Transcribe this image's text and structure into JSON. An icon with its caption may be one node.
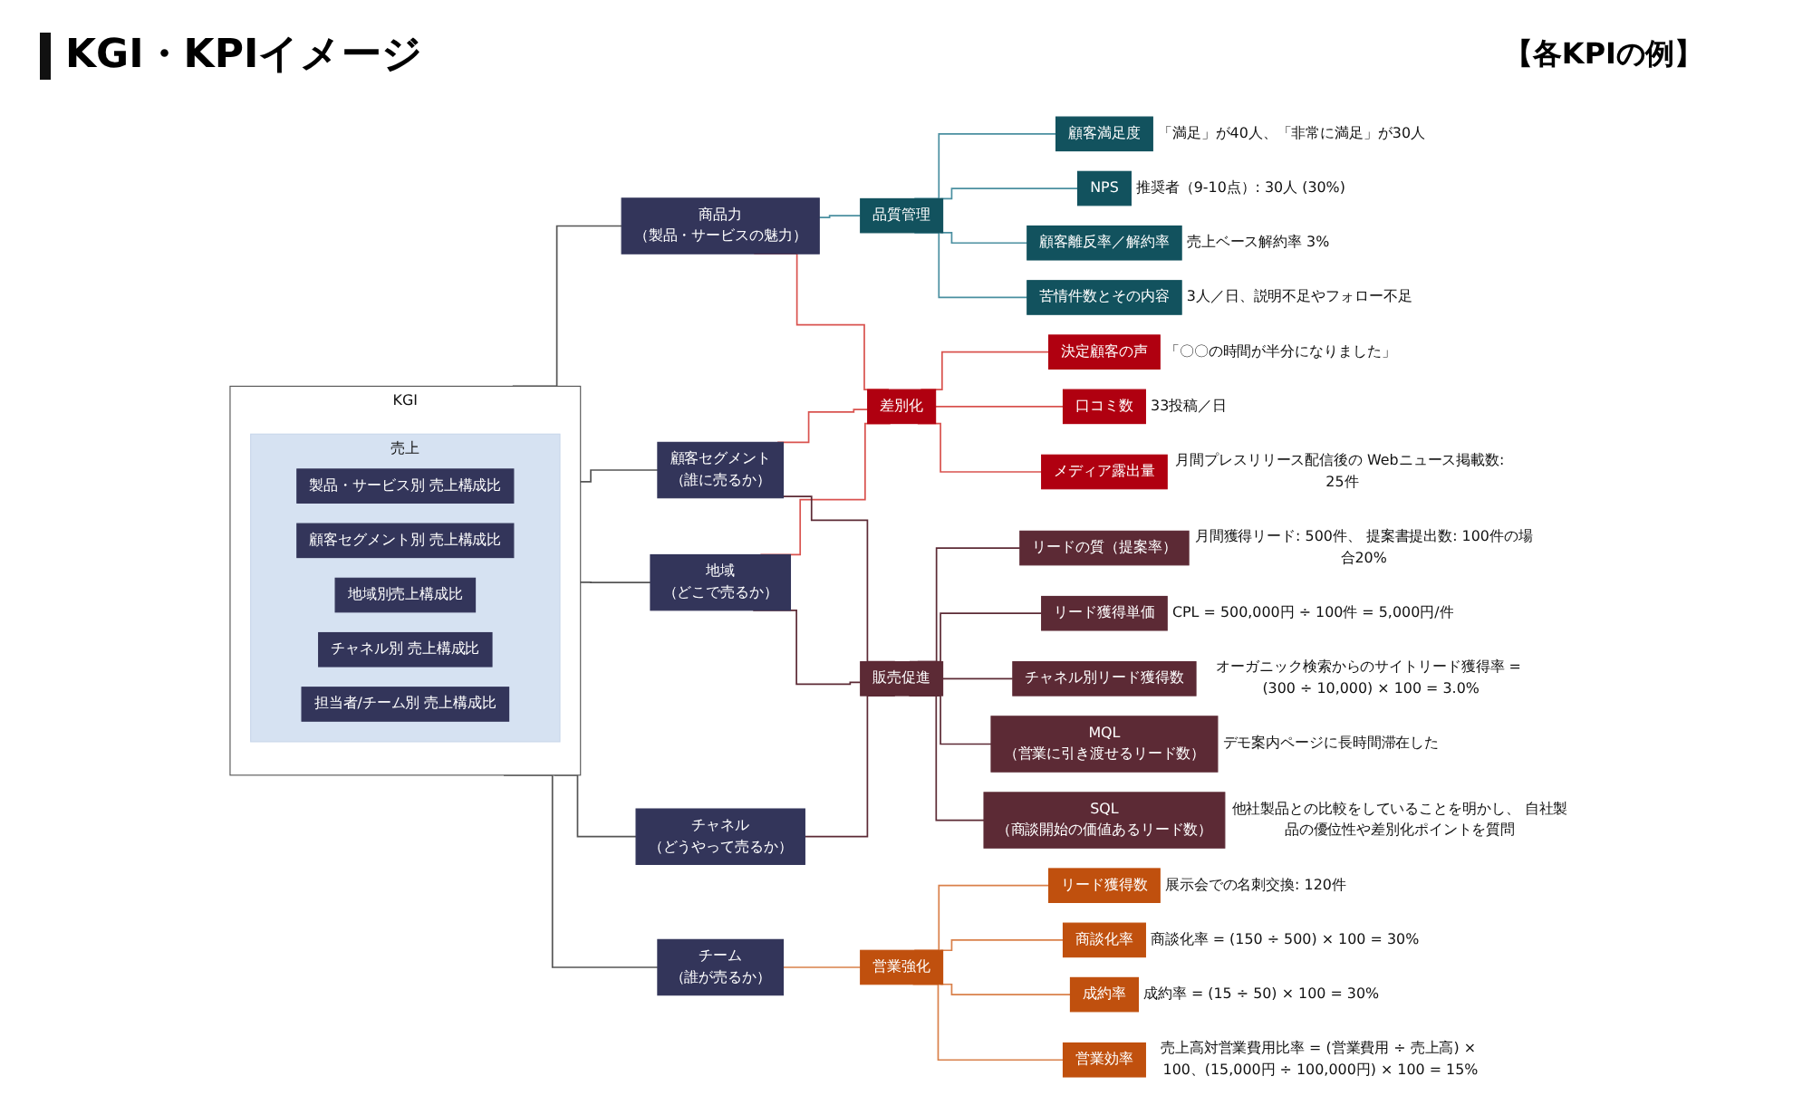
{
  "diagram": {
    "title": "KGI・KPIイメージ",
    "nodes": [
      {
        "text": [
          "KGI"
        ]
      },
      {
        "text": [
          "売上"
        ],
        "in": 0
      },
      {
        "text": [
          "製品・サービス別 売上構成比"
        ],
        "in": 1
      },
      {
        "text": [
          "顧客セグメント別 売上構成比"
        ],
        "in": 1
      },
      {
        "text": [
          "地域別売上構成比"
        ],
        "in": 1
      },
      {
        "text": [
          "チャネル別 売上構成比"
        ],
        "in": 1
      },
      {
        "text": [
          "担当者/チーム別 売上構成比"
        ],
        "in": 1
      },
      {
        "text": [
          "商品力",
          "（製品・サービスの魅力）"
        ]
      },
      {
        "text": [
          "顧客セグメント",
          "（誰に売るか）"
        ]
      },
      {
        "text": [
          "地域",
          "（どこで売るか）"
        ]
      },
      {
        "text": [
          "チャネル",
          "（どうやって売るか）"
        ]
      },
      {
        "text": [
          "チーム",
          "（誰が売るか）"
        ]
      },
      {
        "text": [
          "品質管理"
        ]
      },
      {
        "text": [
          "差別化"
        ]
      },
      {
        "text": [
          "販売促進"
        ]
      },
      {
        "text": [
          "営業強化"
        ]
      },
      {
        "text": [
          "顧客満足度"
        ],
        "beside": [
          "「満足」が40人、「非常に満足」が30人"
        ]
      },
      {
        "text": [
          "NPS"
        ],
        "beside": [
          "推奨者（9-10点）: 30人 (30%)"
        ]
      },
      {
        "text": [
          "顧客離反率／解約率"
        ],
        "beside": [
          "売上ベース解約率 3%"
        ]
      },
      {
        "text": [
          "苦情件数とその内容"
        ],
        "beside": [
          "3人／日、説明不足やフォロー不足"
        ]
      },
      {
        "text": [
          "決定顧客の声"
        ],
        "beside": [
          "「〇〇の時間が半分になりました」"
        ]
      },
      {
        "text": [
          "口コミ数"
        ],
        "beside": [
          "33投稿／日"
        ]
      },
      {
        "text": [
          "メディア露出量"
        ],
        "beside": [
          "月間プレスリリース配信後の Webニュース掲載数: 25件"
        ]
      },
      {
        "text": [
          "リードの質（提案率）"
        ],
        "beside": [
          "月間獲得リード: 500件、 提案書提出数: 100件の場合20%"
        ]
      },
      {
        "text": [
          "リード獲得単価"
        ],
        "beside": [
          "CPL = 500,000円 ÷ 100件 = 5,000円/件"
        ]
      },
      {
        "text": [
          "チャネル別リード獲得数"
        ],
        "beside": [
          "オーガニック検索からのサイトリード獲得率 = (300 ÷ 10,000) × 100 = 3.0%"
        ]
      },
      {
        "text": [
          "MQL",
          "（営業に引き渡せるリード数）"
        ],
        "beside": [
          "デモ案内ページに長時間滞在した"
        ]
      },
      {
        "text": [
          "SQL",
          "（商談開始の価値あるリード数）"
        ],
        "beside": [
          "他社製品との比較をしていることを明かし、 自社製品の優位性や差別化ポイントを質問"
        ]
      },
      {
        "text": [
          "リード獲得数"
        ],
        "beside": [
          "展示会での名刺交換: 120件"
        ]
      },
      {
        "text": [
          "商談化率"
        ],
        "beside": [
          "商談化率 = (150 ÷ 500) × 100 = 30%"
        ]
      },
      {
        "text": [
          "成約率"
        ],
        "beside": [
          "成約率 = (15 ÷ 50) × 100 = 30%"
        ]
      },
      {
        "text": [
          "営業効率"
        ],
        "beside": [
          "売上高対営業費用比率 = (営業費用 ÷ 売上高) × 100、(15,000円 ÷ 100,000円) × 100 = 15%"
        ]
      }
    ],
    "edges": [
      {
        "from": 0,
        "to": 7,
        "arrow": "none",
        "color": "#555555"
      },
      {
        "from": 0,
        "to": 8,
        "arrow": "none",
        "color": "#555555"
      },
      {
        "from": 0,
        "to": 9,
        "arrow": "none",
        "color": "#555555"
      },
      {
        "from": 0,
        "to": 10,
        "arrow": "none",
        "color": "#555555"
      },
      {
        "from": 0,
        "to": 11,
        "arrow": "none",
        "color": "#555555"
      },
      {
        "from": 7,
        "to": 12,
        "arrow": "none",
        "color": "#4a8fa0"
      },
      {
        "from": 7,
        "to": 13,
        "arrow": "none",
        "color": "#d9534f"
      },
      {
        "from": 8,
        "to": 13,
        "arrow": "none",
        "color": "#d9534f"
      },
      {
        "from": 9,
        "to": 13,
        "arrow": "none",
        "color": "#d9534f"
      },
      {
        "from": 8,
        "to": 14,
        "arrow": "none"
      },
      {
        "from": 9,
        "to": 14,
        "arrow": "none"
      },
      {
        "from": 10,
        "to": 14,
        "arrow": "none"
      },
      {
        "from": 11,
        "to": 15,
        "arrow": "none",
        "color": "#d9804a"
      },
      {
        "from": 12,
        "to": 16,
        "arrow": "none",
        "color": "#4a8fa0"
      },
      {
        "from": 12,
        "to": 17,
        "arrow": "none",
        "color": "#4a8fa0"
      },
      {
        "from": 12,
        "to": 18,
        "arrow": "none",
        "color": "#4a8fa0"
      },
      {
        "from": 12,
        "to": 19,
        "arrow": "none",
        "color": "#4a8fa0"
      },
      {
        "from": 13,
        "to": 20,
        "arrow": "none",
        "color": "#d9534f"
      },
      {
        "from": 13,
        "to": 21,
        "arrow": "none",
        "color": "#d9534f"
      },
      {
        "from": 13,
        "to": 22,
        "arrow": "none",
        "color": "#d9534f"
      },
      {
        "from": 14,
        "to": 23,
        "arrow": "none"
      },
      {
        "from": 14,
        "to": 24,
        "arrow": "none"
      },
      {
        "from": 14,
        "to": 25,
        "arrow": "none"
      },
      {
        "from": 14,
        "to": 26,
        "arrow": "none"
      },
      {
        "from": 14,
        "to": 27,
        "arrow": "none"
      },
      {
        "from": 15,
        "to": 28,
        "arrow": "none",
        "color": "#d9804a"
      },
      {
        "from": 15,
        "to": 29,
        "arrow": "none",
        "color": "#d9804a"
      },
      {
        "from": 15,
        "to": 30,
        "arrow": "none",
        "color": "#d9804a"
      },
      {
        "from": 15,
        "to": 31,
        "arrow": "none",
        "color": "#d9804a"
      }
    ],
    "labels": [
      "【各KPIの例】"
    ]
  }
}
